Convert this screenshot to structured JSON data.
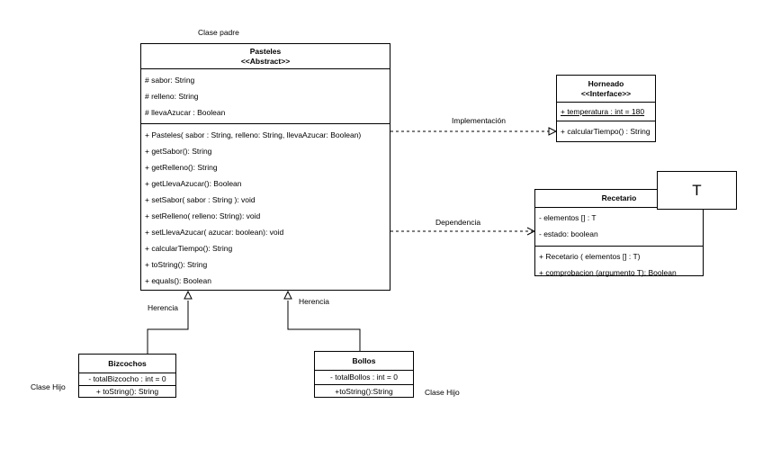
{
  "notes": {
    "clase_padre": "Clase padre",
    "clase_hijo_left": "Clase Hijo",
    "clase_hijo_right": "Clase Hijo"
  },
  "pasteles": {
    "name": "Pasteles",
    "stereotype": "<<Abstract>>",
    "attributes": [
      "# sabor: String",
      "# relleno: String",
      "# llevaAzucar : Boolean"
    ],
    "methods": [
      "+ Pasteles( sabor : String, relleno: String, llevaAzucar: Boolean)",
      "+ getSabor(): String",
      "+ getRelleno(): String",
      "+ getLlevaAzucar(): Boolean",
      "+ setSabor( sabor : String ): void",
      "+ setRelleno( relleno: String): void",
      "+ setLlevaAzucar( azucar: boolean): void",
      "+ calcularTiempo(): String",
      "+ toString(): String",
      "+ equals(): Boolean"
    ]
  },
  "horneado": {
    "name": "Horneado",
    "stereotype": "<<Interface>>",
    "attributes": [
      "+ temperatura : int = 180"
    ],
    "methods": [
      "+ calcularTiempo() :  String"
    ]
  },
  "recetario": {
    "name": "Recetario",
    "type_param": "T",
    "attributes": [
      "- elementos [] : T",
      "- estado: boolean"
    ],
    "methods": [
      "+ Recetario ( elementos [] : T)",
      "+ comprobacion (argumento T): Boolean"
    ]
  },
  "bizcochos": {
    "name": "Bizcochos",
    "attributes": [
      "- totalBizcocho : int = 0"
    ],
    "methods": [
      "+ toString(): String"
    ]
  },
  "bollos": {
    "name": "Bollos",
    "attributes": [
      "- totalBollos : int = 0"
    ],
    "methods": [
      "+toString():String"
    ]
  },
  "relations": {
    "implementacion": "Implementación",
    "dependencia": "Dependencia",
    "herencia_left": "Herencia",
    "herencia_right": "Herencia"
  }
}
